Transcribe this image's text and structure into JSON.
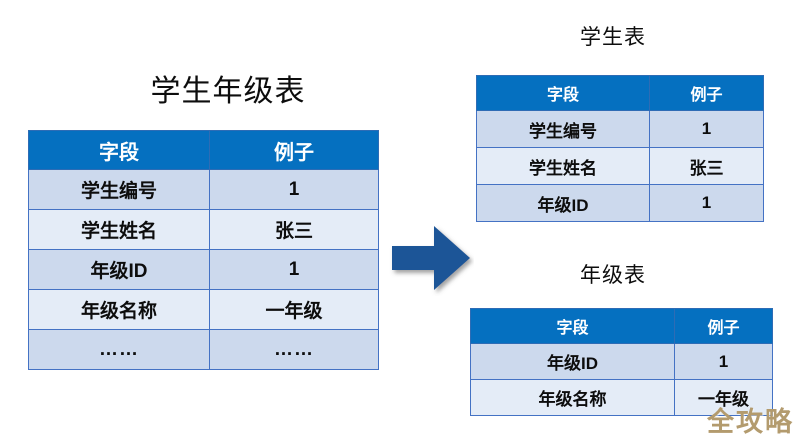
{
  "diagram": {
    "title_main": "学生年级表",
    "arrow": {
      "direction": "right",
      "color": "#1f5597"
    },
    "watermark": "全攻略",
    "colors": {
      "header_blue": "#0570c0",
      "row_dark": "#ccd9ed",
      "row_light": "#e4ecf7",
      "border": "#4472c4",
      "arrow": "#1f5597",
      "watermark": "#b39b6e"
    }
  },
  "tables": {
    "student_grade": {
      "title": "学生年级表",
      "columns": [
        "字段",
        "例子"
      ],
      "rows": [
        [
          "学生编号",
          "1"
        ],
        [
          "学生姓名",
          "张三"
        ],
        [
          "年级ID",
          "1"
        ],
        [
          "年级名称",
          "一年级"
        ],
        [
          "……",
          "……"
        ]
      ]
    },
    "student": {
      "title": "学生表",
      "columns": [
        "字段",
        "例子"
      ],
      "rows": [
        [
          "学生编号",
          "1"
        ],
        [
          "学生姓名",
          "张三"
        ],
        [
          "年级ID",
          "1"
        ]
      ]
    },
    "grade": {
      "title": "年级表",
      "columns": [
        "字段",
        "例子"
      ],
      "rows": [
        [
          "年级ID",
          "1"
        ],
        [
          "年级名称",
          "一年级"
        ]
      ]
    }
  }
}
